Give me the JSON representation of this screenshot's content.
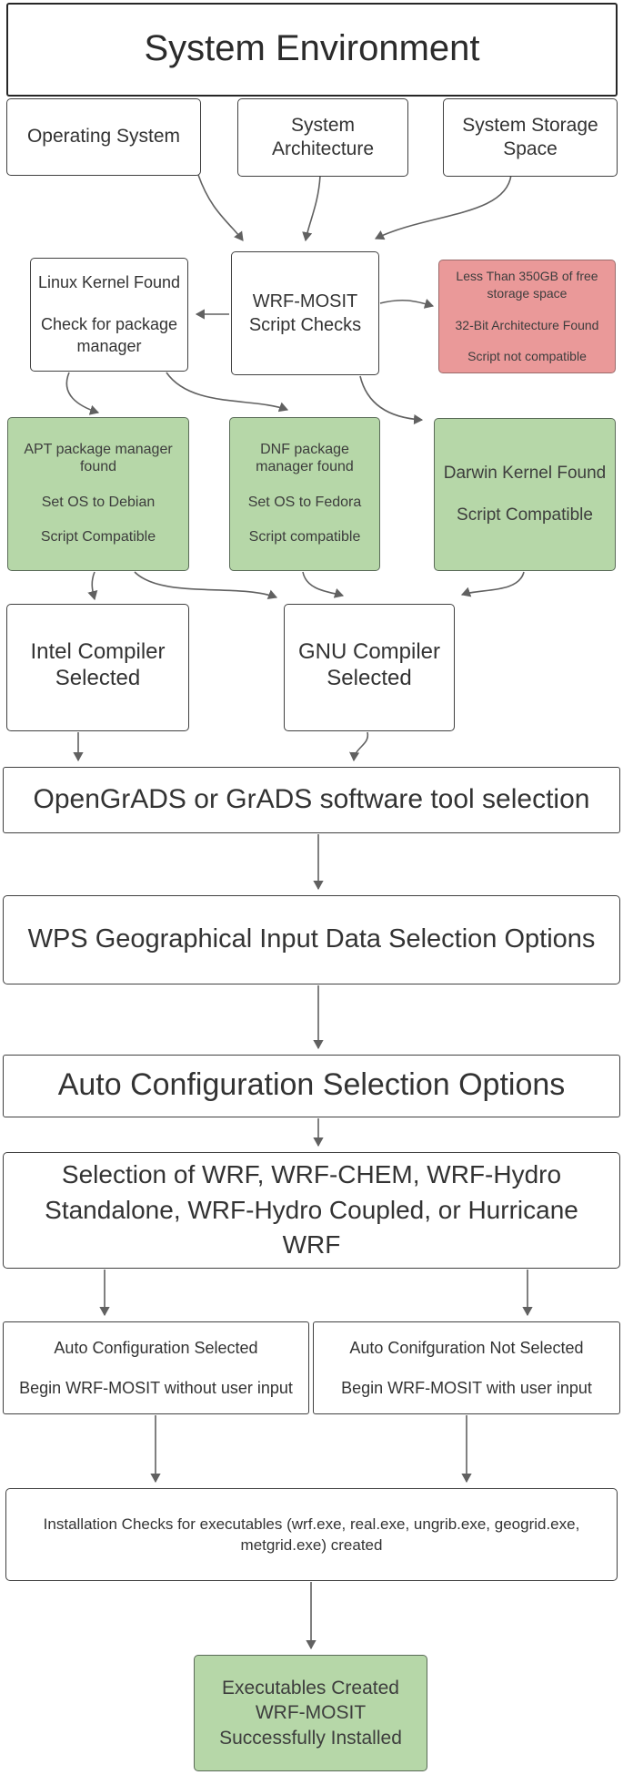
{
  "colors": {
    "green-fill": "#b6d7a8",
    "green-border": "#5a6b58",
    "red-fill": "#ea9999",
    "red-border": "#9b6b6b",
    "box-border": "#404040",
    "arrow": "#616161",
    "text": "#333333",
    "text-soft": "#3d3d3d"
  },
  "nodes": {
    "title": {
      "label": "System Environment"
    },
    "operating_system": {
      "label": "Operating System"
    },
    "system_architecture": {
      "lines": [
        "System",
        "Architecture"
      ]
    },
    "system_storage": {
      "lines": [
        "System Storage",
        "Space"
      ]
    },
    "linux_kernel": {
      "lines": [
        "Linux Kernel Found",
        "",
        "Check for package",
        "manager"
      ]
    },
    "script_checks": {
      "lines": [
        "WRF-MOSIT",
        "Script Checks"
      ]
    },
    "not_compatible": {
      "lines": [
        "Less Than 350GB of free",
        "storage space",
        "",
        "32-Bit Architecture Found",
        "",
        "Script not compatible"
      ]
    },
    "apt": {
      "lines": [
        "APT package manager",
        "found",
        "",
        "Set OS to Debian",
        "",
        "Script Compatible"
      ]
    },
    "dnf": {
      "lines": [
        "DNF package",
        "manager found",
        "",
        "Set OS to Fedora",
        "",
        "Script compatible"
      ]
    },
    "darwin": {
      "lines": [
        "Darwin Kernel Found",
        "",
        "Script Compatible"
      ]
    },
    "intel": {
      "lines": [
        "Intel Compiler",
        "Selected"
      ]
    },
    "gnu": {
      "lines": [
        "GNU Compiler",
        "Selected"
      ]
    },
    "opengrads": {
      "label": "OpenGrADS or GrADS software tool selection"
    },
    "wps": {
      "label": "WPS Geographical Input Data Selection Options"
    },
    "auto_config": {
      "label": "Auto Configuration Selection Options"
    },
    "selection": {
      "lines": [
        "Selection of WRF, WRF-CHEM, WRF-Hydro",
        "Standalone, WRF-Hydro Coupled, or Hurricane",
        "WRF"
      ]
    },
    "auto_selected": {
      "lines": [
        "Auto Configuration Selected",
        "",
        "Begin WRF-MOSIT without user input"
      ]
    },
    "auto_not_selected": {
      "lines": [
        "Auto Conifguration Not Selected",
        "",
        "Begin WRF-MOSIT with user input"
      ]
    },
    "install_checks": {
      "lines": [
        "Installation Checks for executables (wrf.exe, real.exe, ungrib.exe, geogrid.exe,",
        "metgrid.exe) created"
      ]
    },
    "executables": {
      "lines": [
        "Executables Created",
        "WRF-MOSIT",
        "Successfully Installed"
      ]
    }
  }
}
